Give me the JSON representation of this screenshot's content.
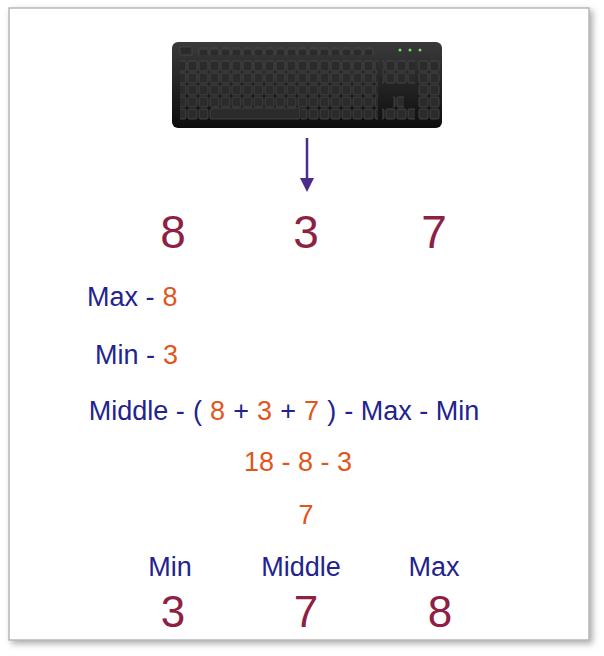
{
  "diagram": {
    "labels": [
      "8",
      "3",
      "7",
      "Max -",
      "8",
      "Min -",
      "3",
      "Middle -",
      "(",
      "8",
      "+",
      "3",
      "+",
      "7",
      ")",
      "- Max - Min",
      "18 - 8 - 3",
      "7",
      "Min",
      "Middle",
      "Max",
      "3",
      "7",
      "8"
    ]
  }
}
